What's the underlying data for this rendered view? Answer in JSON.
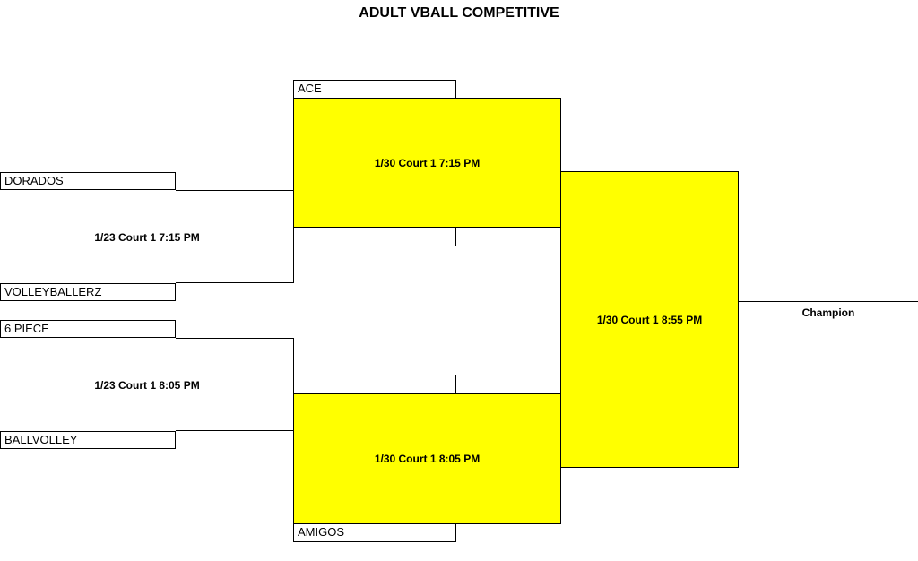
{
  "title": "ADULT VBALL COMPETITIVE",
  "round1": {
    "teams": [
      "DORADOS",
      "VOLLEYBALLERZ",
      "6 PIECE",
      "BALLVOLLEY"
    ],
    "matches": [
      "1/23 Court 1 7:15 PM",
      "1/23 Court 1 8:05 PM"
    ]
  },
  "round2": {
    "teams": [
      "ACE",
      "",
      "",
      "AMIGOS"
    ],
    "matches": [
      "1/30 Court 1 7:15 PM",
      "1/30 Court 1 8:05 PM"
    ]
  },
  "final": {
    "match": "1/30 Court 1 8:55 PM",
    "champion_label": "Champion"
  },
  "colors": {
    "match_box": "#ffff00",
    "line": "#000000",
    "background": "#ffffff"
  }
}
